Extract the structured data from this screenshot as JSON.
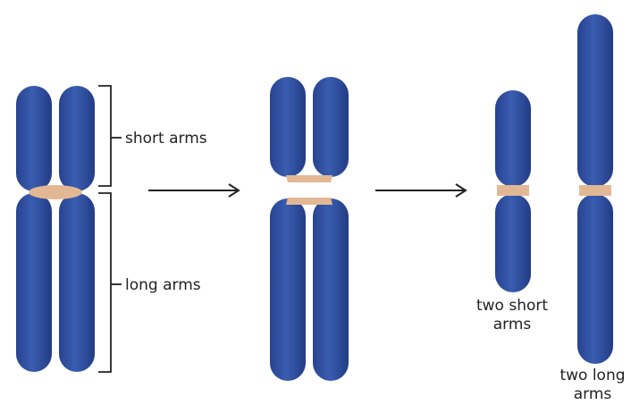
{
  "labels": {
    "short_arms": "short arms",
    "long_arms": "long arms",
    "two_short_line1": "two short",
    "two_short_line2": "arms",
    "two_long_line1": "two long",
    "two_long_line2": "arms"
  },
  "colors": {
    "chromatid": "#2f4f9e",
    "chromatid_outline": "#1f3a80",
    "centromere": "#e2b894",
    "text": "#222222",
    "lines": "#222222"
  }
}
